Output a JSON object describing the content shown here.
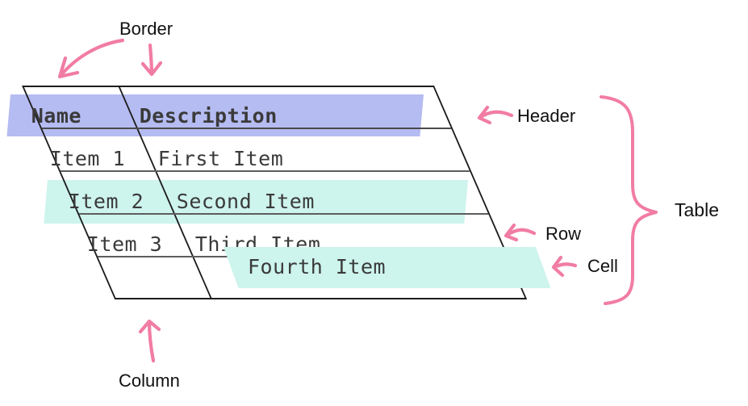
{
  "diagram": {
    "table": {
      "headers": [
        "Name",
        "Description"
      ],
      "rows": [
        {
          "name": "Item 1",
          "description": "First Item"
        },
        {
          "name": "Item 2",
          "description": "Second Item"
        },
        {
          "name": "Item 3",
          "description": "Third Item"
        },
        {
          "name": "",
          "description": ""
        }
      ],
      "floating_cell_text": "Fourth Item"
    },
    "annotations": {
      "border": "Border",
      "header": "Header",
      "table": "Table",
      "row": "Row",
      "cell": "Cell",
      "column": "Column"
    },
    "colors": {
      "header_highlight": "#b5bcf2",
      "row_highlight": "#cdf4ed",
      "annotation_pink": "#f17ca4",
      "table_border": "#1d1d1d",
      "row_line": "#5d5d5d",
      "table_text": "#3a3a3a",
      "label_text": "#111111"
    }
  }
}
